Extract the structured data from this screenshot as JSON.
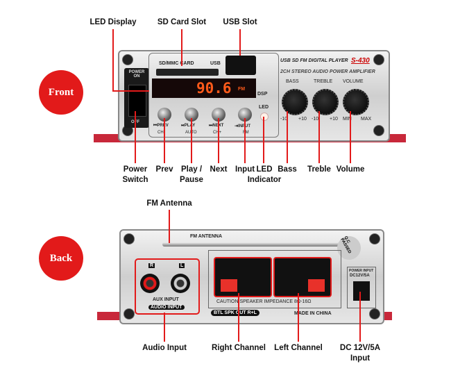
{
  "front": {
    "badge": "Front",
    "top_labels": {
      "led_display": "LED Display",
      "sd_card_slot": "SD Card Slot",
      "usb_slot": "USB Slot"
    },
    "bottom_labels": {
      "power_switch": [
        "Power",
        "Switch"
      ],
      "prev": "Prev",
      "play_pause": [
        "Play /",
        "Pause"
      ],
      "next": "Next",
      "input": "Input",
      "led_indicator": [
        "LED",
        "Indicator"
      ],
      "bass": "Bass",
      "treble": "Treble",
      "volume": "Volume"
    },
    "device": {
      "power_on": "POWER ON",
      "off": "OFF",
      "sd_label": "SD/MMC CARD",
      "usb_label": "USB",
      "display_value": "90.6",
      "display_mode": "FM",
      "dsp": "DSP",
      "led": "LED",
      "player_title": "USB SD FM DIGITAL PLAYER",
      "model": "S-430",
      "subtitle": "2CH STEREO AUDIO POWER AMPLIFIER",
      "knobs": [
        {
          "name": "BASS",
          "min": "-10",
          "max": "+10"
        },
        {
          "name": "TREBLE",
          "min": "-10",
          "max": "+10"
        },
        {
          "name": "VOLUME",
          "min": "MIN",
          "max": "MAX"
        }
      ],
      "buttons": [
        "⏮PREV",
        "⏯PLAY",
        "⏭NEXT",
        "⇥INPUT"
      ],
      "sub_buttons": [
        "CH-",
        "AUTO",
        "CH+",
        "FM"
      ]
    }
  },
  "back": {
    "badge": "Back",
    "top_label": "FM Antenna",
    "bottom_labels": {
      "audio_input": "Audio Input",
      "right_channel": "Right Channel",
      "left_channel": "Left Channel",
      "dc_input": [
        "DC 12V/5A",
        "Input"
      ]
    },
    "device": {
      "fm_antenna": "FM ANTENNA",
      "r": "R",
      "l": "L",
      "aux_input": "AUX INPUT",
      "audio_input": "AUDIO INPUT",
      "caution": "CAUTION:SPEAKER IMPEDANCE 8Ω-16Ω",
      "btl": "BTL SPK OUT R+L",
      "made_in": "MADE IN CHINA",
      "power_input": "POWER INPUT",
      "dc_rating": "DC12V/5A",
      "qc": "Q.C PASSED"
    }
  },
  "colors": {
    "accent": "#e21a1a",
    "bracket": "#c8283a",
    "display": "#ff5a1a"
  }
}
